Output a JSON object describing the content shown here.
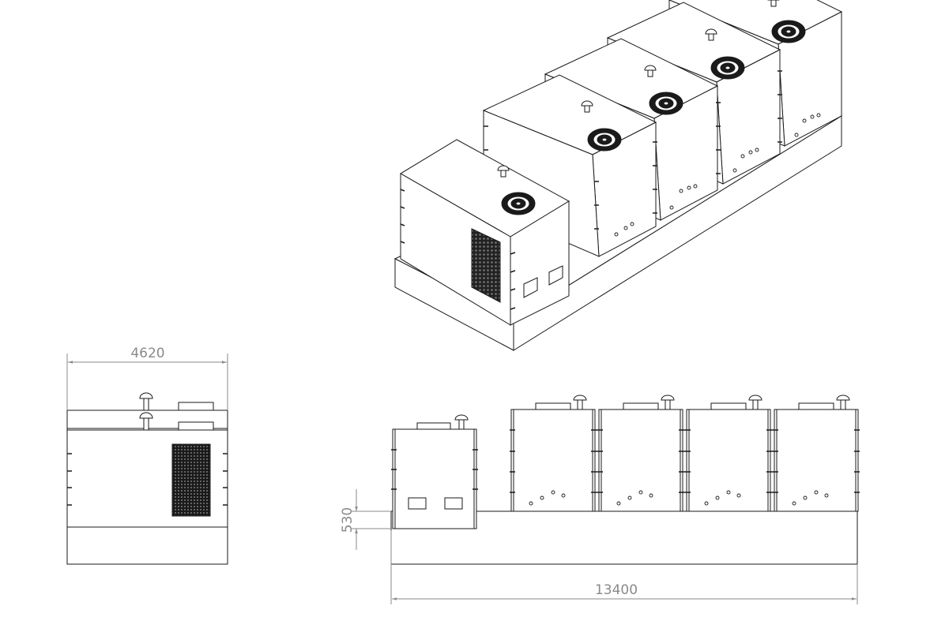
{
  "drawing": {
    "line_color": "#1a1a1a",
    "dimension_color": "#8a8a8a",
    "dimensions": {
      "overall_width": "4620",
      "overall_length": "13400",
      "base_height": "530"
    }
  }
}
